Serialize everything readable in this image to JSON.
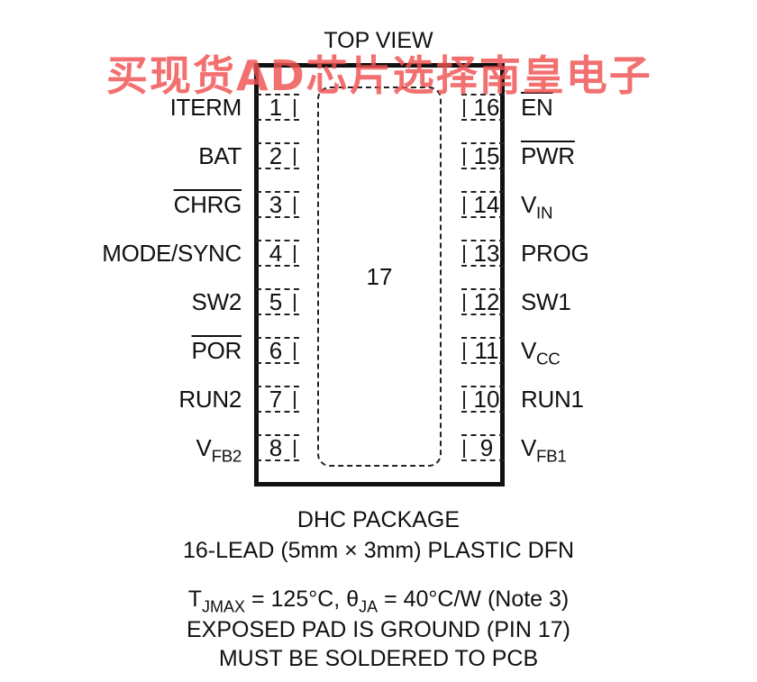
{
  "header": {
    "view_label": "TOP VIEW"
  },
  "watermark": {
    "text": "买现货AD芯片选择南皇电子",
    "color": "#f05050"
  },
  "pad": {
    "pin_number": "17"
  },
  "pins_left": [
    {
      "num": "1",
      "name": "ITERM",
      "overline": false,
      "sub": ""
    },
    {
      "num": "2",
      "name": "BAT",
      "overline": false,
      "sub": ""
    },
    {
      "num": "3",
      "name": "CHRG",
      "overline": true,
      "sub": ""
    },
    {
      "num": "4",
      "name": "MODE/SYNC",
      "overline": false,
      "sub": ""
    },
    {
      "num": "5",
      "name": "SW2",
      "overline": false,
      "sub": ""
    },
    {
      "num": "6",
      "name": "POR",
      "overline": true,
      "sub": ""
    },
    {
      "num": "7",
      "name": "RUN2",
      "overline": false,
      "sub": ""
    },
    {
      "num": "8",
      "name": "V",
      "overline": false,
      "sub": "FB2"
    }
  ],
  "pins_right": [
    {
      "num": "16",
      "name": "EN",
      "overline": true,
      "sub": ""
    },
    {
      "num": "15",
      "name": "PWR",
      "overline": true,
      "sub": ""
    },
    {
      "num": "14",
      "name": "V",
      "overline": false,
      "sub": "IN"
    },
    {
      "num": "13",
      "name": "PROG",
      "overline": false,
      "sub": ""
    },
    {
      "num": "12",
      "name": "SW1",
      "overline": false,
      "sub": ""
    },
    {
      "num": "11",
      "name": "V",
      "overline": false,
      "sub": "CC"
    },
    {
      "num": "10",
      "name": "RUN1",
      "overline": false,
      "sub": ""
    },
    {
      "num": "9",
      "name": "V",
      "overline": false,
      "sub": "FB1"
    }
  ],
  "footer": {
    "package_line1": "DHC PACKAGE",
    "package_line2": "16-LEAD (5mm × 3mm) PLASTIC DFN",
    "thermal": {
      "t_symbol": "T",
      "t_sub": "JMAX",
      "t_value": " = 125°C, ",
      "theta_symbol": "θ",
      "theta_sub": "JA",
      "theta_value": " = 40°C/W (Note 3)"
    },
    "note_line1": "EXPOSED PAD IS GROUND (PIN 17)",
    "note_line2": "MUST BE SOLDERED TO PCB"
  }
}
